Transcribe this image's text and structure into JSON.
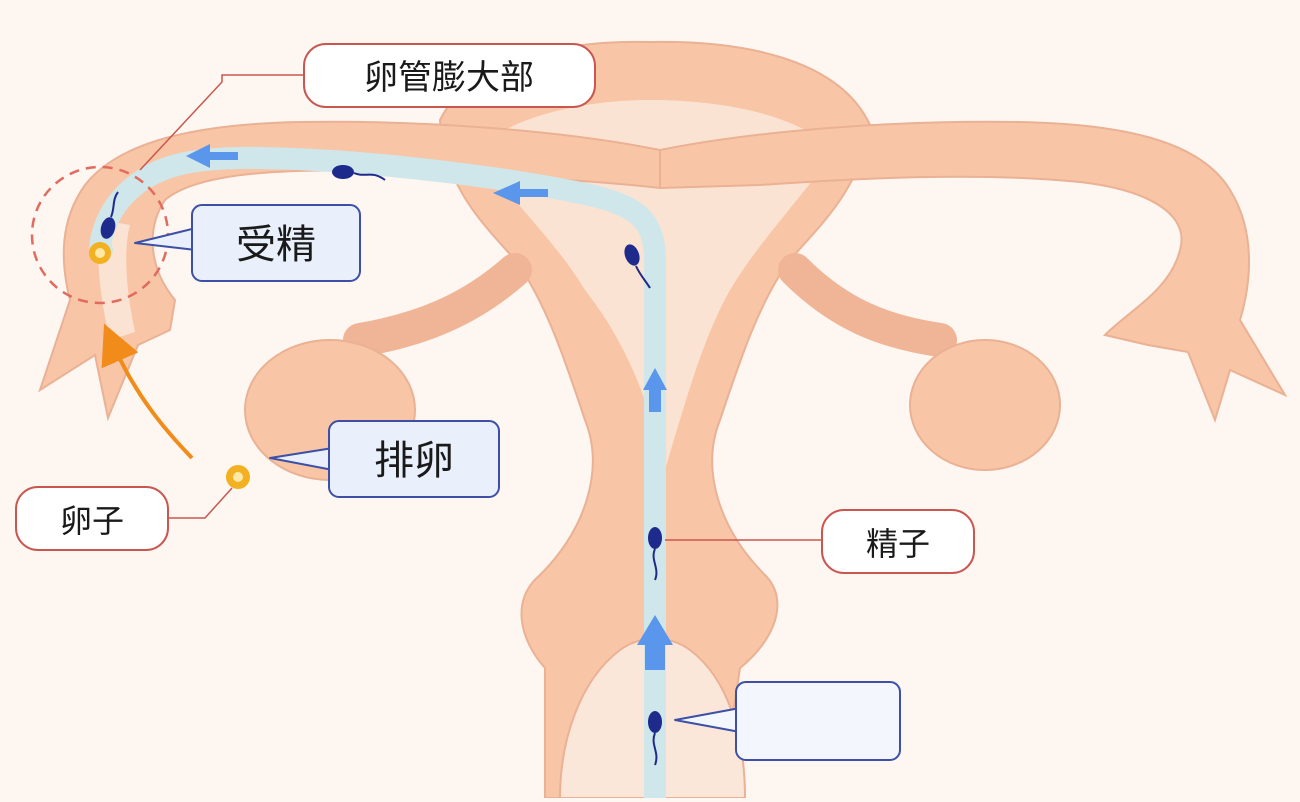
{
  "labels": {
    "ampulla": "卵管膨大部",
    "fertilization": "受精",
    "ovulation": "排卵",
    "egg": "卵子",
    "sperm": "精子",
    "blank_callout": ""
  },
  "colors": {
    "background": "#fdf6f1",
    "organ_fill": "#f8c6a6",
    "organ_inner": "#fbe3d3",
    "organ_stroke": "#eab194",
    "canal": "#cfe6ea",
    "arrow_blue": "#5a96ec",
    "sperm": "#1e2a8c",
    "egg": "#f3b021",
    "ovulation_arrow": "#f18b1a",
    "label_border_red": "#c9574f",
    "label_fill_blue": "#e9f0fb",
    "label_border_blue": "#3d4fa6",
    "dashed_circle": "#e06b5e"
  },
  "icons": [
    "sperm-icon",
    "egg-icon",
    "arrow-icon"
  ]
}
